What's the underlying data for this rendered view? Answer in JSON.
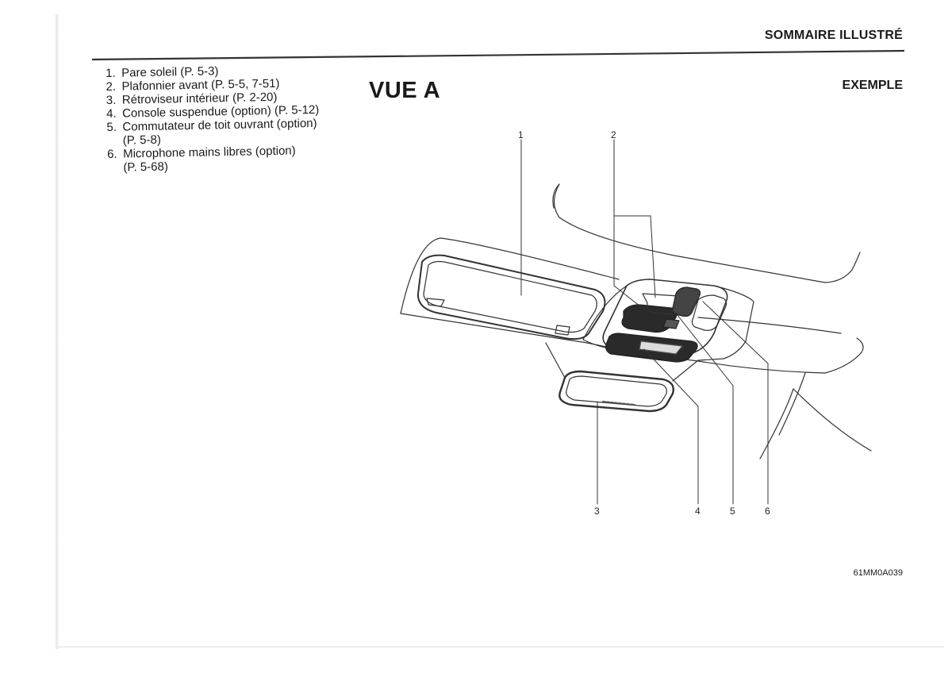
{
  "header": {
    "section_title": "SOMMAIRE ILLUSTRÉ"
  },
  "legend": {
    "items": [
      {
        "num": "1.",
        "text": "Pare soleil (P. 5-3)",
        "cont": ""
      },
      {
        "num": "2.",
        "text": "Plafonnier avant (P. 5-5, 7-51)",
        "cont": ""
      },
      {
        "num": "3.",
        "text": "Rétroviseur intérieur (P. 2-20)",
        "cont": ""
      },
      {
        "num": "4.",
        "text": "Console suspendue (option) (P. 5-12)",
        "cont": ""
      },
      {
        "num": "5.",
        "text": "Commutateur de toit ouvrant (option)",
        "cont": "(P. 5-8)"
      },
      {
        "num": "6.",
        "text": "Microphone mains libres (option)",
        "cont": "(P. 5-68)"
      }
    ]
  },
  "view": {
    "title": "VUE A",
    "example_label": "EXEMPLE",
    "figure_code": "61MM0A039"
  },
  "callouts": [
    "1",
    "2",
    "3",
    "4",
    "5",
    "6"
  ],
  "colors": {
    "ink": "#1a1a1a",
    "rule": "#333333"
  }
}
